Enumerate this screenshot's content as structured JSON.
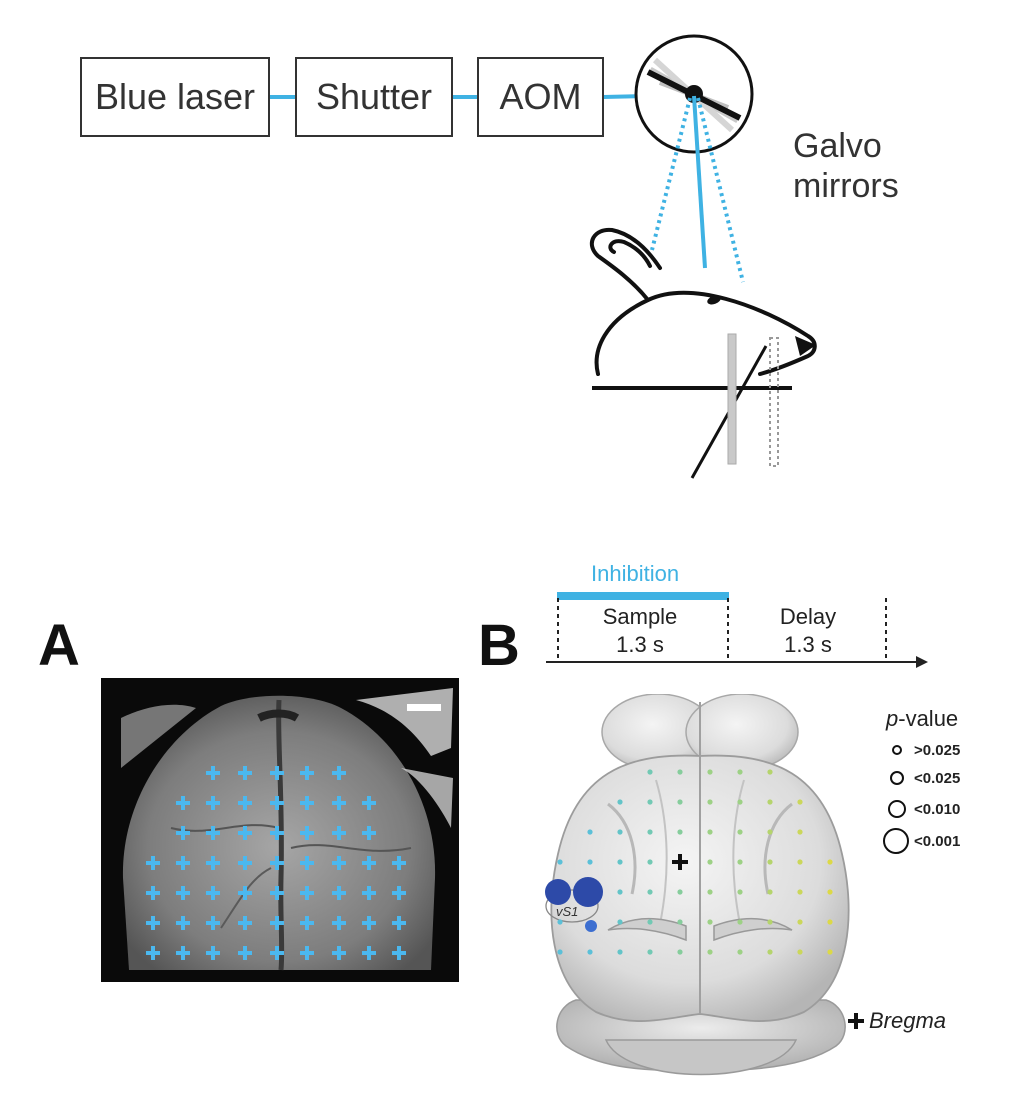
{
  "setup": {
    "components": [
      "Blue laser",
      "Shutter",
      "AOM"
    ],
    "galvo_label_line1": "Galvo",
    "galvo_label_line2": "mirrors"
  },
  "panel_a": {
    "letter": "A"
  },
  "panel_b": {
    "letter": "B",
    "inhibition_label": "Inhibition",
    "epochs": [
      {
        "name": "Sample",
        "duration": "1.3 s"
      },
      {
        "name": "Delay",
        "duration": "1.3 s"
      }
    ],
    "area_label": "vS1",
    "legend": {
      "title_italic": "p",
      "title_rest": "-value",
      "items": [
        ">0.025",
        "<0.025",
        "<0.010",
        "<0.001"
      ]
    },
    "bregma_label": "Bregma"
  },
  "colors": {
    "laser": "#3fb2e3",
    "grid_cross": "#4bb8ef",
    "significant": "#2d4aa8",
    "outline": "#333333"
  }
}
